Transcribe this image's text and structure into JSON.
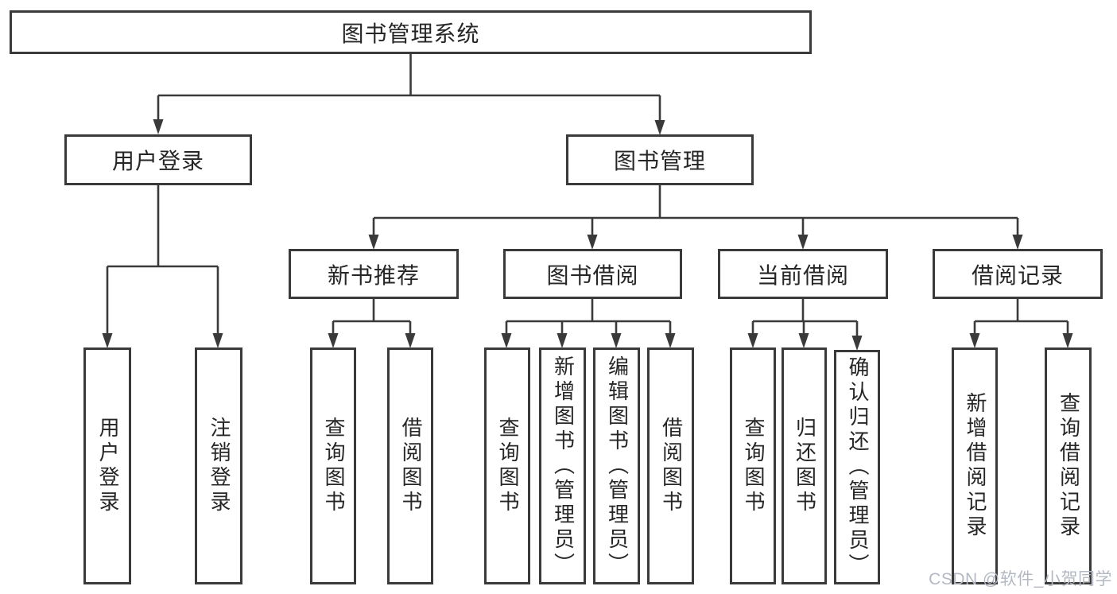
{
  "diagram": {
    "root": "图书管理系统",
    "branches": [
      {
        "label": "用户登录",
        "children": [
          "用户登录",
          "注销登录"
        ]
      },
      {
        "label": "图书管理",
        "children": [
          {
            "label": "新书推荐",
            "children": [
              "查询图书",
              "借阅图书"
            ]
          },
          {
            "label": "图书借阅",
            "children": [
              "查询图书",
              "新增图书（管理员）",
              "编辑图书（管理员）",
              "借阅图书"
            ]
          },
          {
            "label": "当前借阅",
            "children": [
              "查询图书",
              "归还图书",
              "确认归还（管理员）"
            ]
          },
          {
            "label": "借阅记录",
            "children": [
              "新增借阅记录",
              "查询借阅记录"
            ]
          }
        ]
      }
    ]
  },
  "watermark": "CSDN @软件_小贺同学",
  "colors": {
    "line": "#3a3a3a",
    "text": "#262626",
    "watermark": "#b3b8c2",
    "background": "#ffffff"
  }
}
